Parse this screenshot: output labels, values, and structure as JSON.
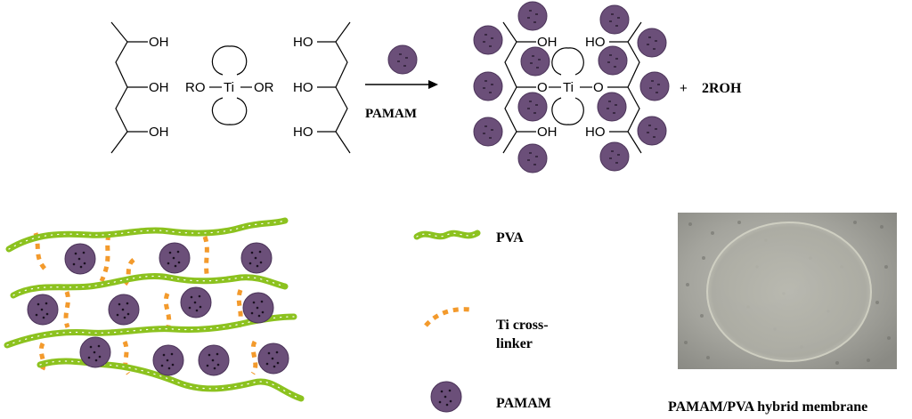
{
  "reaction": {
    "oh": "OH",
    "ho": "HO",
    "ro": "RO",
    "ti": "Ti",
    "or": "OR",
    "o": "O",
    "arrow_label": "PAMAM",
    "plus": "+",
    "byproduct": "2ROH"
  },
  "legend": {
    "pva_label": "PVA",
    "ti_label_line1": "Ti cross-",
    "ti_label_line2": "linker",
    "pamam_label": "PAMAM"
  },
  "photo": {
    "caption": "PAMAM/PVA hybrid membrane"
  },
  "colors": {
    "pva_green": "#8cc21f",
    "ti_orange": "#f39a2c",
    "pamam_purple": "#6b4f79",
    "membrane_gray": "#9c9c95"
  }
}
